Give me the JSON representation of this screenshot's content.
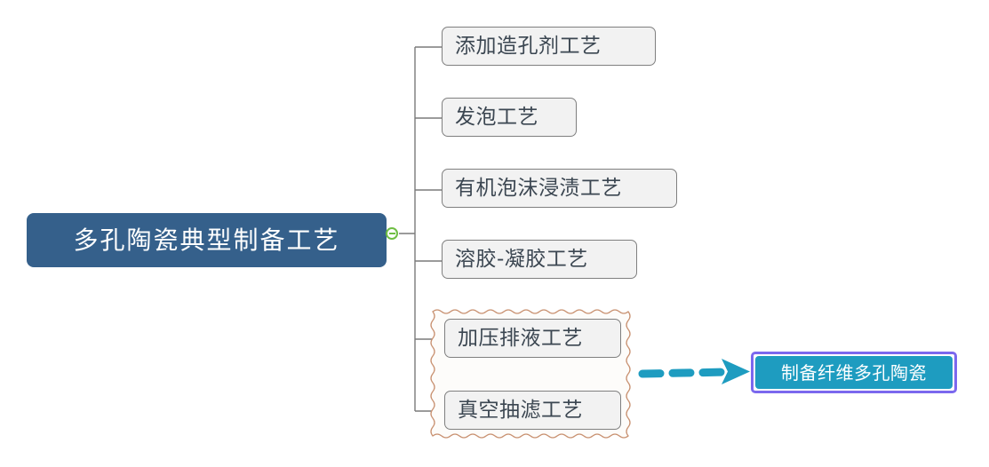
{
  "diagram": {
    "type": "mind-map",
    "title_text": "多孔陶瓷典型制备工艺",
    "colors": {
      "root_fill": "#35608B",
      "root_text": "#FFFFFF",
      "node_fill": "#F2F2F2",
      "node_border": "#7F7F7F",
      "node_text": "#3B4651",
      "connector": "#7A7A7A",
      "toggle_ring": "#6FBE44",
      "group_boundary": "#C99272",
      "group_fill": "#FDFCFA",
      "arrow": "#1E9CC0",
      "target_fill": "#1E9CC0",
      "target_text": "#FFFFFF",
      "selection_ring": "#7B68EE"
    }
  },
  "root": {
    "label": "多孔陶瓷典型制备工艺",
    "toggle": {
      "icon": "minus-circle-icon",
      "state": "expanded"
    }
  },
  "children": [
    {
      "id": "node-1",
      "label": "添加造孔剂工艺"
    },
    {
      "id": "node-2",
      "label": "发泡工艺"
    },
    {
      "id": "node-3",
      "label": "有机泡沫浸渍工艺"
    },
    {
      "id": "node-4",
      "label": "溶胶-凝胶工艺"
    },
    {
      "id": "node-5",
      "label": "加压排液工艺"
    },
    {
      "id": "node-6",
      "label": "真空抽滤工艺"
    }
  ],
  "group": {
    "name": "wavy-boundary-group",
    "members": [
      "加压排液工艺",
      "真空抽滤工艺"
    ],
    "border_style": "wavy-dashed"
  },
  "relation": {
    "arrow_style": "dashed-arrow",
    "from": "wavy-boundary-group",
    "to": "制备纤维多孔陶瓷"
  },
  "target": {
    "label": "制备纤维多孔陶瓷",
    "selected": true
  }
}
